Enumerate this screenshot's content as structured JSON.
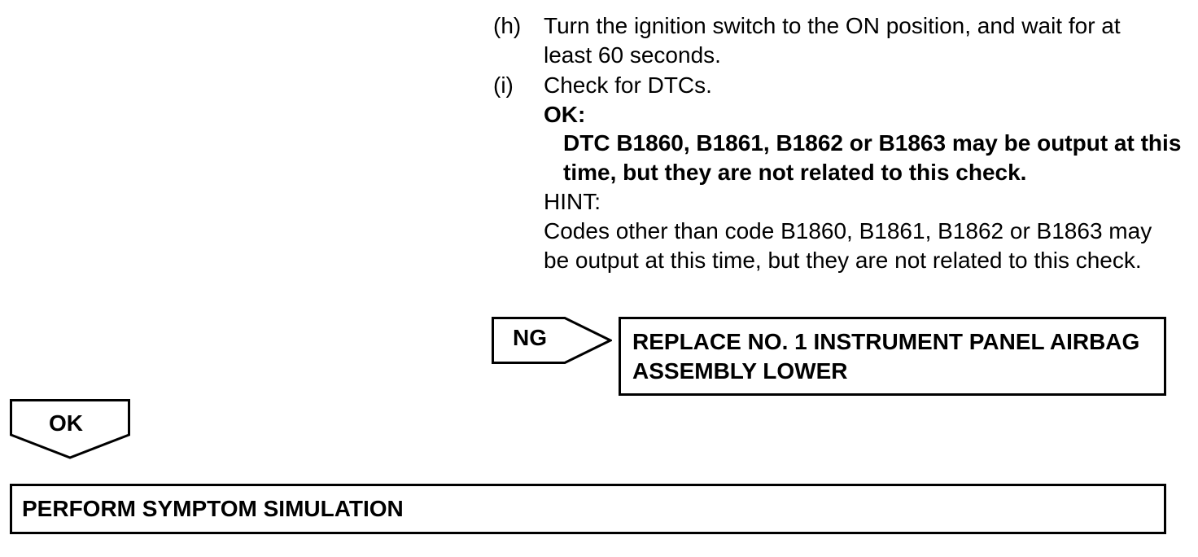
{
  "steps": [
    {
      "marker": "(h)",
      "text": "Turn the ignition switch to the ON position, and wait for at least 60 seconds."
    },
    {
      "marker": "(i)",
      "text": "Check for DTCs."
    }
  ],
  "check": {
    "ok_label": "OK:",
    "ok_spec": "DTC B1860, B1861, B1862 or B1863 may be output at this time, but they are not related to this check.",
    "hint_label": "HINT:",
    "hint_text": "Codes other than code B1860, B1861, B1862 or B1863 may be output at this time, but they are not related to this check."
  },
  "ng_branch": {
    "label": "NG",
    "result": "REPLACE NO. 1 INSTRUMENT PANEL AIRBAG ASSEMBLY LOWER"
  },
  "ok_branch": {
    "label": "OK",
    "next_step": "PERFORM SYMPTOM SIMULATION"
  }
}
